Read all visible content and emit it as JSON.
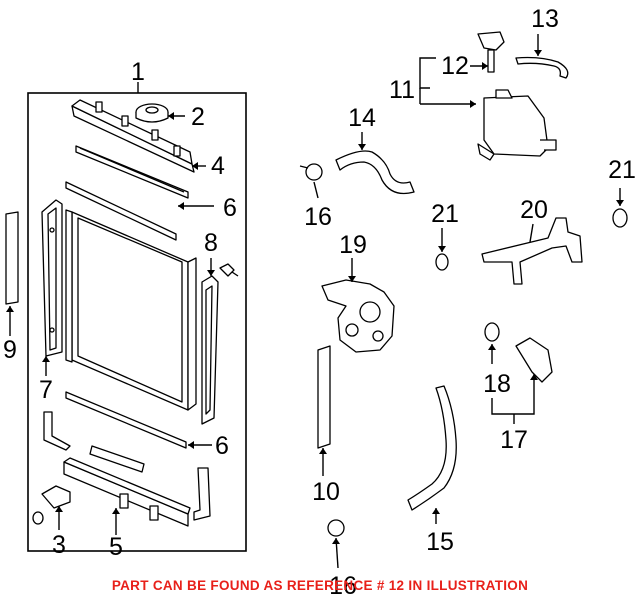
{
  "callouts": {
    "c1": "1",
    "c2": "2",
    "c3": "3",
    "c4": "4",
    "c5": "5",
    "c6a": "6",
    "c6b": "6",
    "c7": "7",
    "c8": "8",
    "c9": "9",
    "c10": "10",
    "c11": "11",
    "c12": "12",
    "c13": "13",
    "c14": "14",
    "c15": "15",
    "c16a": "16",
    "c16b": "16",
    "c17": "17",
    "c18": "18",
    "c19": "19",
    "c20": "20",
    "c21a": "21",
    "c21b": "21"
  },
  "footer_note": "PART CAN BE FOUND AS REFERENCE # 12 IN ILLUSTRATION",
  "colors": {
    "note": "#e8201a",
    "lines": "#000000"
  }
}
